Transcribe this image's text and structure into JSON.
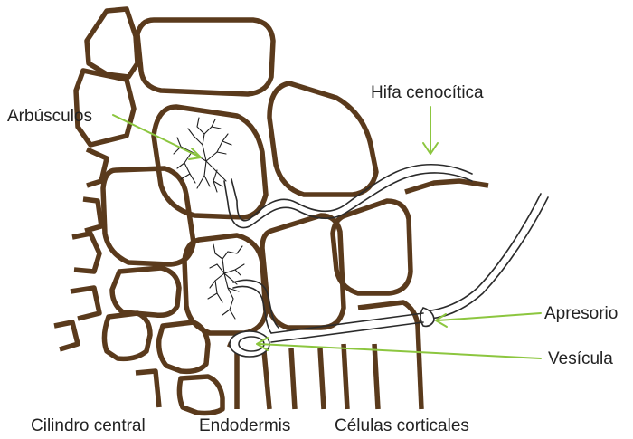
{
  "labels": {
    "arbusculos": "Arbúsculos",
    "hifa": "Hifa cenocítica",
    "apresorio": "Apresorio",
    "vesicula": "Vesícula",
    "cilindro": "Cilindro central",
    "endodermis": "Endodermis",
    "corticales": "Células corticales"
  },
  "colors": {
    "cell_wall": "#5a3a1c",
    "leader_line": "#8cc63f",
    "hypha_outline": "#2b2b2b",
    "text": "#222222"
  }
}
